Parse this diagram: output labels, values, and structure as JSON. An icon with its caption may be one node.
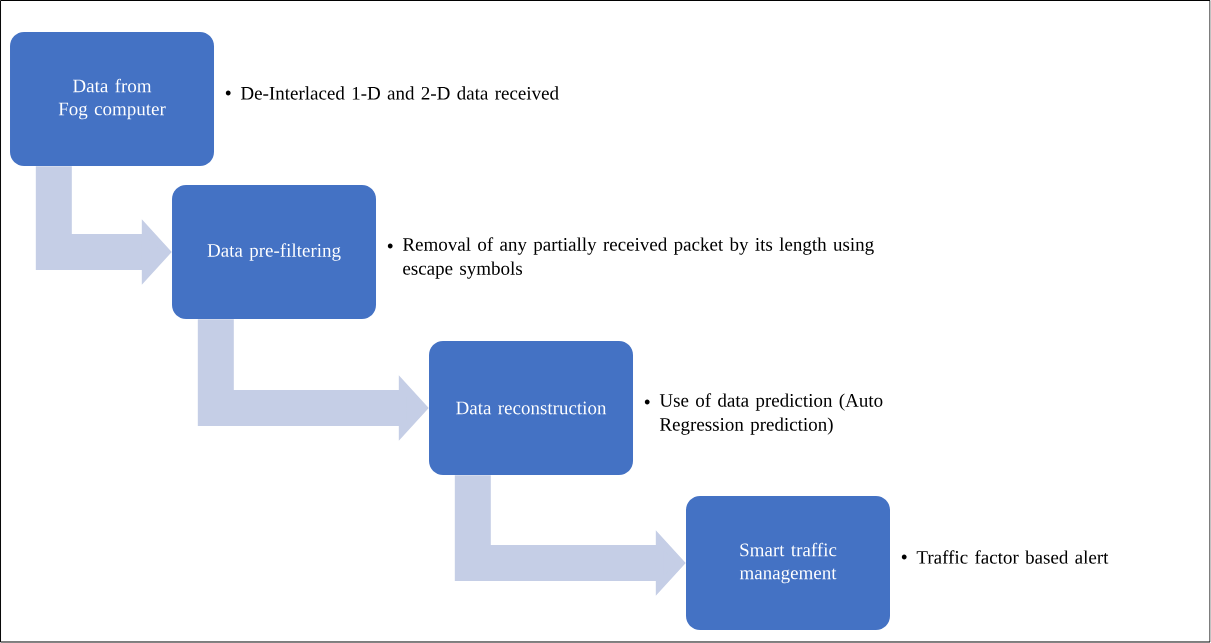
{
  "diagram": {
    "nodes": [
      {
        "text": [
          "Data from Fog computer"
        ],
        "beside": [
          "De-Interlaced 1-D and 2-D data received"
        ]
      },
      {
        "text": [
          "Data pre-filtering"
        ],
        "beside": [
          "Removal of any partially received packet by its length using escape symbols"
        ]
      },
      {
        "text": [
          "Data reconstruction"
        ],
        "beside": [
          "Use of data prediction (Auto Regression prediction)"
        ]
      },
      {
        "text": [
          "Smart traffic management"
        ],
        "beside": [
          "Traffic factor based alert"
        ]
      }
    ],
    "edges": [
      {
        "from": 0,
        "to": 1,
        "arrow": "to"
      },
      {
        "from": 1,
        "to": 2,
        "arrow": "to"
      },
      {
        "from": 2,
        "to": 3,
        "arrow": "to"
      }
    ]
  }
}
